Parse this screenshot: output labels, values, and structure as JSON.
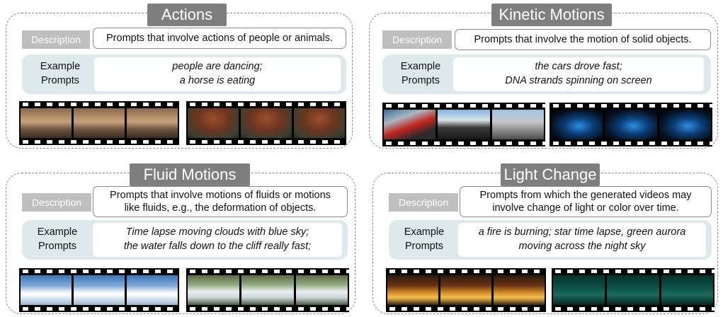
{
  "description_label": "Description",
  "example_label_line1": "Example",
  "example_label_line2": "Prompts",
  "panels": [
    {
      "title": "Actions",
      "description": "Prompts that involve actions of people or animals.",
      "example_line1": "people are dancing;",
      "example_line2": "a horse is eating",
      "filmstrips": [
        "dancing people frames",
        "horse eating frames"
      ]
    },
    {
      "title": "Kinetic Motions",
      "description": "Prompts that involve the motion of solid objects.",
      "example_line1": "the cars drove fast;",
      "example_line2": "DNA strands spinning on screen",
      "filmstrips": [
        "racing cars frames",
        "DNA strands frames"
      ]
    },
    {
      "title": "Fluid Motions",
      "description_line1": "Prompts that involve motions of fluids or motions",
      "description_line2": "like fluids, e.g., the deformation of objects.",
      "example_line1": "Time lapse moving clouds with blue sky;",
      "example_line2": "the water falls down to the cliff really fast;",
      "filmstrips": [
        "moving clouds frames",
        "waterfall frames"
      ]
    },
    {
      "title": "Light Change",
      "description_line1": "Prompts from which the generated videos may",
      "description_line2": "involve change of light or color over time.",
      "example_line1": "a fire is burning; star time lapse, green aurora",
      "example_line2": "moving across the night sky",
      "filmstrips": [
        "burning fire frames",
        "green aurora frames"
      ]
    }
  ],
  "colors": {
    "title_bg": "#7f7f7f",
    "description_label_bg": "#bfbfbf",
    "example_area_bg": "#dde9ea",
    "panel_border": "#8a8a8a"
  }
}
